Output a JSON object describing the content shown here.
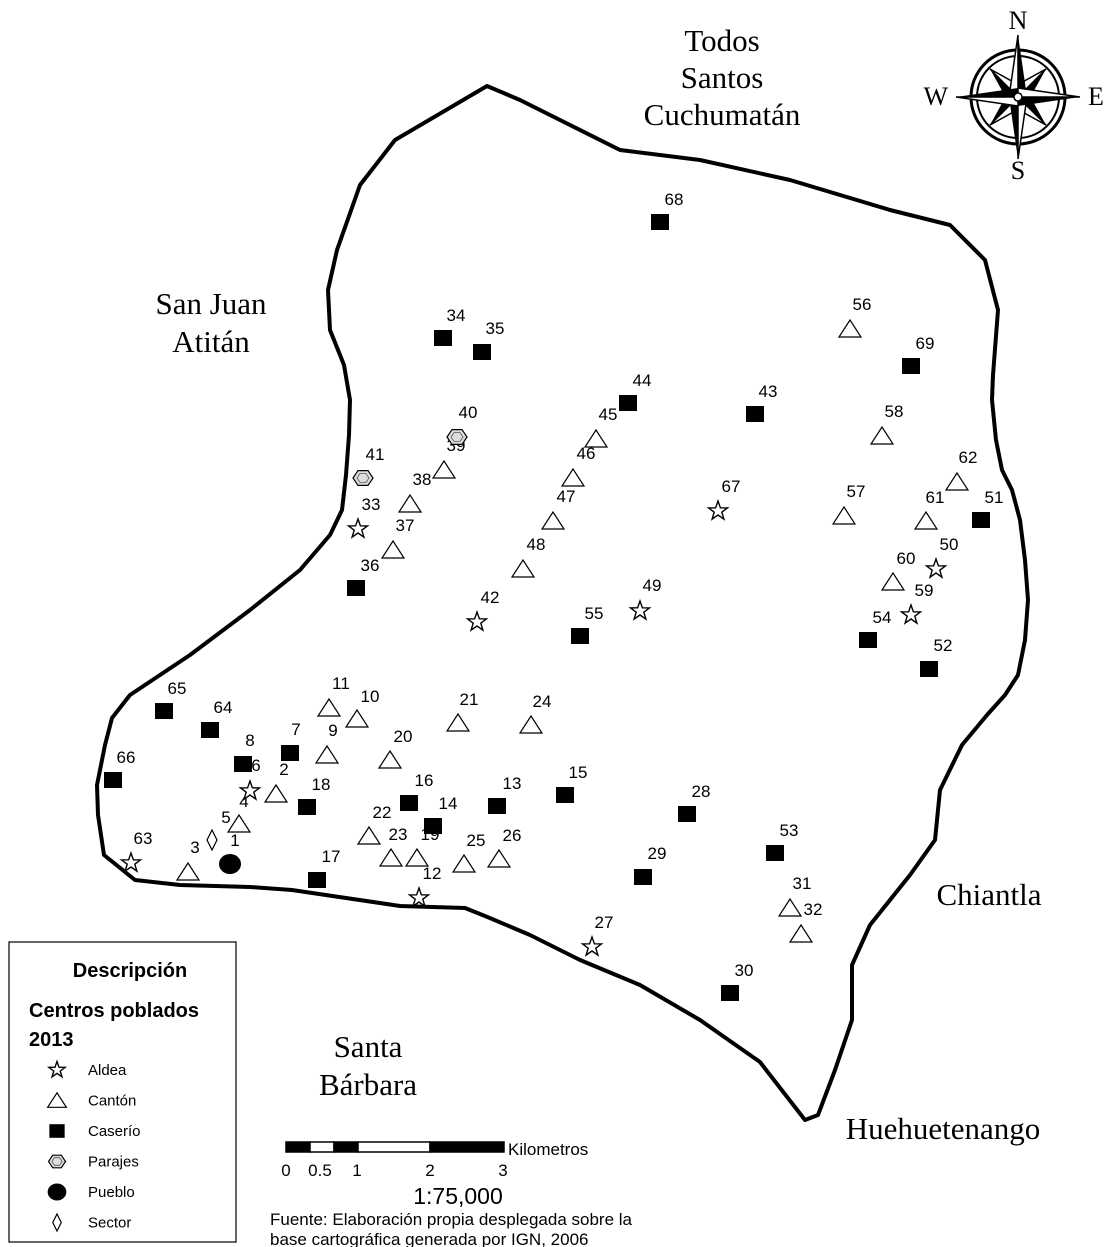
{
  "neighbors": {
    "north": [
      "Todos",
      "Santos",
      "Cuchumatán"
    ],
    "west": [
      "San Juan",
      "Atitán"
    ],
    "east": "Chiantla",
    "south": [
      "Santa",
      "Bárbara"
    ],
    "southeast": "Huehuetenango"
  },
  "compass": {
    "n": "N",
    "s": "S",
    "e": "E",
    "w": "W"
  },
  "legend": {
    "title": "Descripción",
    "subtitle1": "Centros poblados",
    "subtitle2": "2013",
    "items": [
      {
        "type": "aldea",
        "label": "Aldea"
      },
      {
        "type": "canton",
        "label": "Cantón"
      },
      {
        "type": "caserio",
        "label": "Caserío"
      },
      {
        "type": "parajes",
        "label": "Parajes"
      },
      {
        "type": "pueblo",
        "label": "Pueblo"
      },
      {
        "type": "sector",
        "label": "Sector"
      }
    ]
  },
  "scale": {
    "unit_label": "Kilometros",
    "ticks": [
      "0",
      "0.5",
      "1",
      "2",
      "3"
    ],
    "ratio": "1:75,000"
  },
  "source": {
    "line1": "Fuente:  Elaboración propia desplegada sobre la",
    "line2": "base cartográfica generada  por IGN, 2006"
  },
  "places": [
    {
      "id": "1",
      "type": "pueblo"
    },
    {
      "id": "2",
      "type": "canton"
    },
    {
      "id": "3",
      "type": "canton"
    },
    {
      "id": "4",
      "type": "canton"
    },
    {
      "id": "5",
      "type": "sector"
    },
    {
      "id": "6",
      "type": "aldea"
    },
    {
      "id": "7",
      "type": "caserio"
    },
    {
      "id": "8",
      "type": "caserio"
    },
    {
      "id": "9",
      "type": "canton"
    },
    {
      "id": "10",
      "type": "canton"
    },
    {
      "id": "11",
      "type": "canton"
    },
    {
      "id": "12",
      "type": "aldea"
    },
    {
      "id": "13",
      "type": "caserio"
    },
    {
      "id": "14",
      "type": "caserio"
    },
    {
      "id": "15",
      "type": "caserio"
    },
    {
      "id": "16",
      "type": "caserio"
    },
    {
      "id": "17",
      "type": "caserio"
    },
    {
      "id": "18",
      "type": "caserio"
    },
    {
      "id": "19",
      "type": "canton"
    },
    {
      "id": "20",
      "type": "canton"
    },
    {
      "id": "21",
      "type": "canton"
    },
    {
      "id": "22",
      "type": "canton"
    },
    {
      "id": "23",
      "type": "canton"
    },
    {
      "id": "24",
      "type": "canton"
    },
    {
      "id": "25",
      "type": "canton"
    },
    {
      "id": "26",
      "type": "canton"
    },
    {
      "id": "27",
      "type": "aldea"
    },
    {
      "id": "28",
      "type": "caserio"
    },
    {
      "id": "29",
      "type": "caserio"
    },
    {
      "id": "30",
      "type": "caserio"
    },
    {
      "id": "31",
      "type": "canton"
    },
    {
      "id": "32",
      "type": "canton"
    },
    {
      "id": "33",
      "type": "aldea"
    },
    {
      "id": "34",
      "type": "caserio"
    },
    {
      "id": "35",
      "type": "caserio"
    },
    {
      "id": "36",
      "type": "caserio"
    },
    {
      "id": "37",
      "type": "canton"
    },
    {
      "id": "38",
      "type": "canton"
    },
    {
      "id": "39",
      "type": "canton"
    },
    {
      "id": "40",
      "type": "parajes"
    },
    {
      "id": "41",
      "type": "parajes"
    },
    {
      "id": "42",
      "type": "aldea"
    },
    {
      "id": "43",
      "type": "caserio"
    },
    {
      "id": "44",
      "type": "caserio"
    },
    {
      "id": "45",
      "type": "canton"
    },
    {
      "id": "46",
      "type": "canton"
    },
    {
      "id": "47",
      "type": "canton"
    },
    {
      "id": "48",
      "type": "canton"
    },
    {
      "id": "49",
      "type": "aldea"
    },
    {
      "id": "50",
      "type": "aldea"
    },
    {
      "id": "51",
      "type": "caserio"
    },
    {
      "id": "52",
      "type": "caserio"
    },
    {
      "id": "53",
      "type": "caserio"
    },
    {
      "id": "54",
      "type": "caserio"
    },
    {
      "id": "55",
      "type": "caserio"
    },
    {
      "id": "56",
      "type": "canton"
    },
    {
      "id": "57",
      "type": "canton"
    },
    {
      "id": "58",
      "type": "canton"
    },
    {
      "id": "59",
      "type": "aldea"
    },
    {
      "id": "60",
      "type": "canton"
    },
    {
      "id": "61",
      "type": "canton"
    },
    {
      "id": "62",
      "type": "canton"
    },
    {
      "id": "63",
      "type": "aldea"
    },
    {
      "id": "64",
      "type": "caserio"
    },
    {
      "id": "65",
      "type": "caserio"
    },
    {
      "id": "66",
      "type": "caserio"
    },
    {
      "id": "67",
      "type": "aldea"
    },
    {
      "id": "68",
      "type": "caserio"
    },
    {
      "id": "69",
      "type": "caserio"
    }
  ]
}
